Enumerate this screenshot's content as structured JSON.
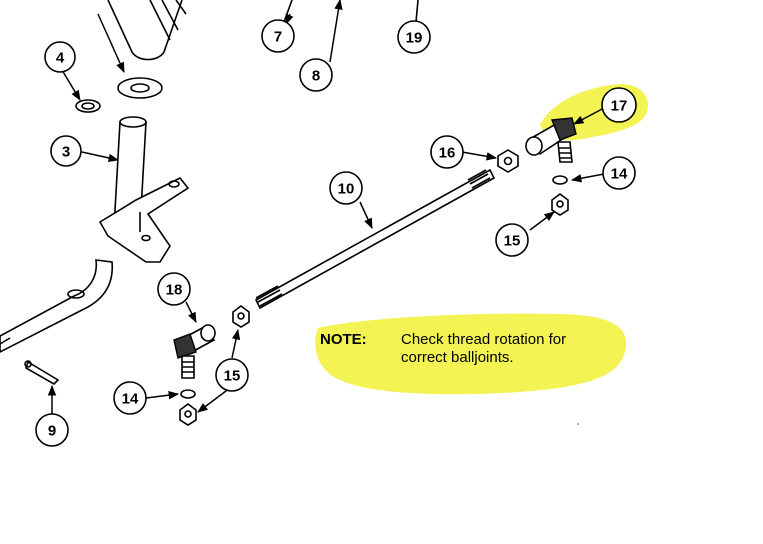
{
  "callouts": {
    "c3": "3",
    "c4": "4",
    "c7": "7",
    "c8": "8",
    "c9": "9",
    "c10": "10",
    "c14a": "14",
    "c14b": "14",
    "c15a": "15",
    "c15b": "15",
    "c16": "16",
    "c17": "17",
    "c18": "18",
    "c19": "19"
  },
  "note": {
    "label": "NOTE:",
    "line1": "Check thread rotation for",
    "line2": "correct balljoints."
  },
  "colors": {
    "highlight": "#f2f24a",
    "ink": "#000000"
  }
}
